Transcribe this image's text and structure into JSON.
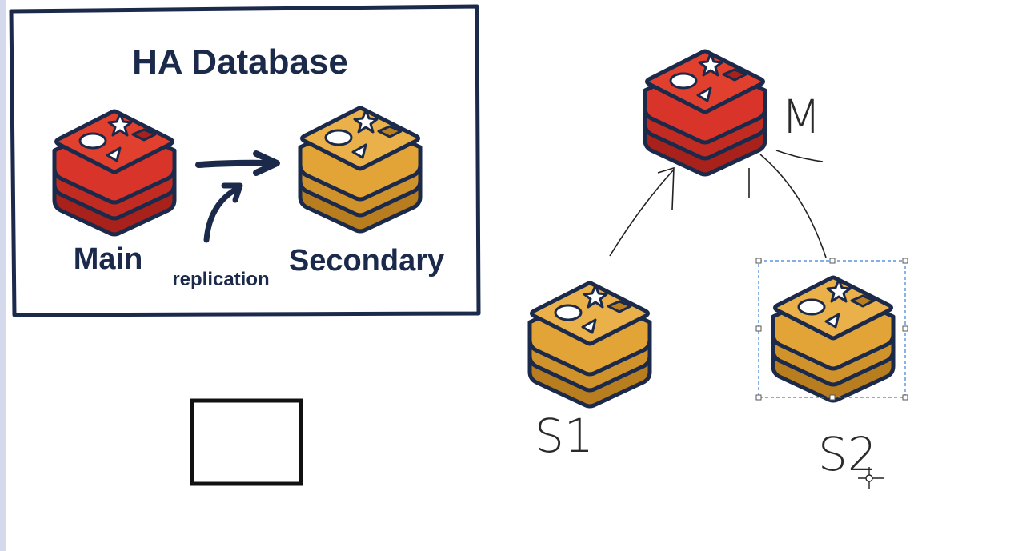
{
  "panel": {
    "title": "HA Database",
    "main_label": "Main",
    "secondary_label": "Secondary",
    "replication_label": "replication"
  },
  "sketch": {
    "master_label": "M",
    "slave1_label": "S1",
    "slave2_label": "S2"
  },
  "colors": {
    "ink": "#1b2a4a",
    "redis_red": "#d8342a",
    "redis_red_dark": "#a8211b",
    "redis_gold": "#e3a437",
    "redis_gold_dark": "#b87d1e",
    "selection": "#3b7fd6"
  },
  "icons": [
    "redis-stack-icon",
    "arrow-icon",
    "crosshair-cursor-icon"
  ]
}
